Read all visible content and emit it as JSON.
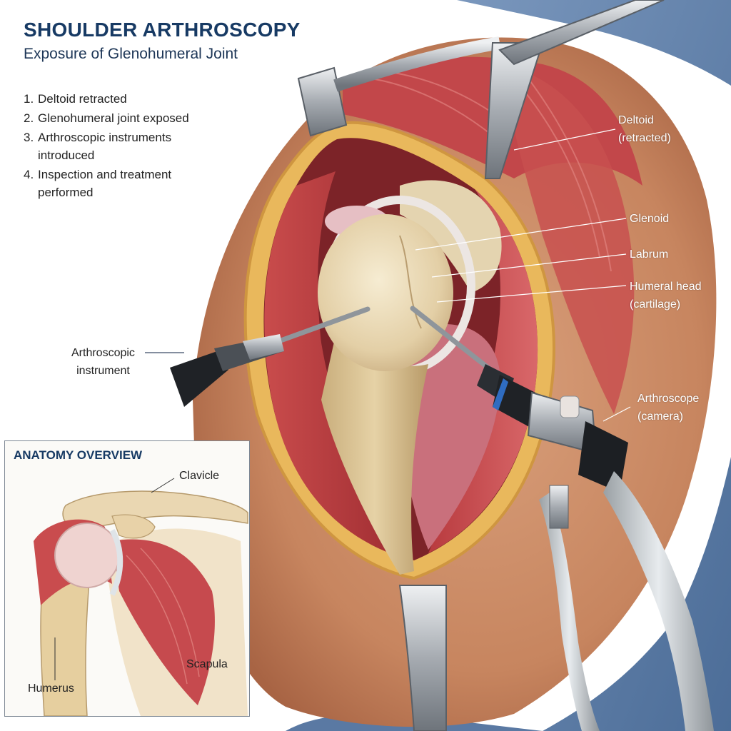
{
  "title": "SHOULDER ARTHROSCOPY",
  "subtitle": "Exposure of Glenohumeral Joint",
  "steps": [
    {
      "num": "1.",
      "text": "Deltoid retracted"
    },
    {
      "num": "2.",
      "text": "Glenohumeral joint exposed"
    },
    {
      "num": "3.",
      "text": "Arthroscopic instruments introduced"
    },
    {
      "num": "4.",
      "text": "Inspection and treatment performed"
    }
  ],
  "labels": {
    "deltoid": "Deltoid",
    "deltoid_sub": "(retracted)",
    "glenoid": "Glenoid",
    "labrum": "Labrum",
    "humeral_head": "Humeral head",
    "humeral_head_sub": "(cartilage)",
    "instrument": "Arthroscopic",
    "instrument_sub": "instrument",
    "arthroscope": "Arthroscope",
    "arthroscope_sub": "(camera)"
  },
  "inset": {
    "title": "ANATOMY OVERVIEW",
    "clavicle": "Clavicle",
    "scapula": "Scapula",
    "humerus": "Humerus"
  },
  "colors": {
    "title": "#173a64",
    "skin": "#c98a68",
    "drape": "#5f7fa8",
    "muscle": "#b83a3e",
    "fat": "#e8b65a",
    "cartilage": "#eadbb8",
    "steel": "#a9aeb3"
  }
}
